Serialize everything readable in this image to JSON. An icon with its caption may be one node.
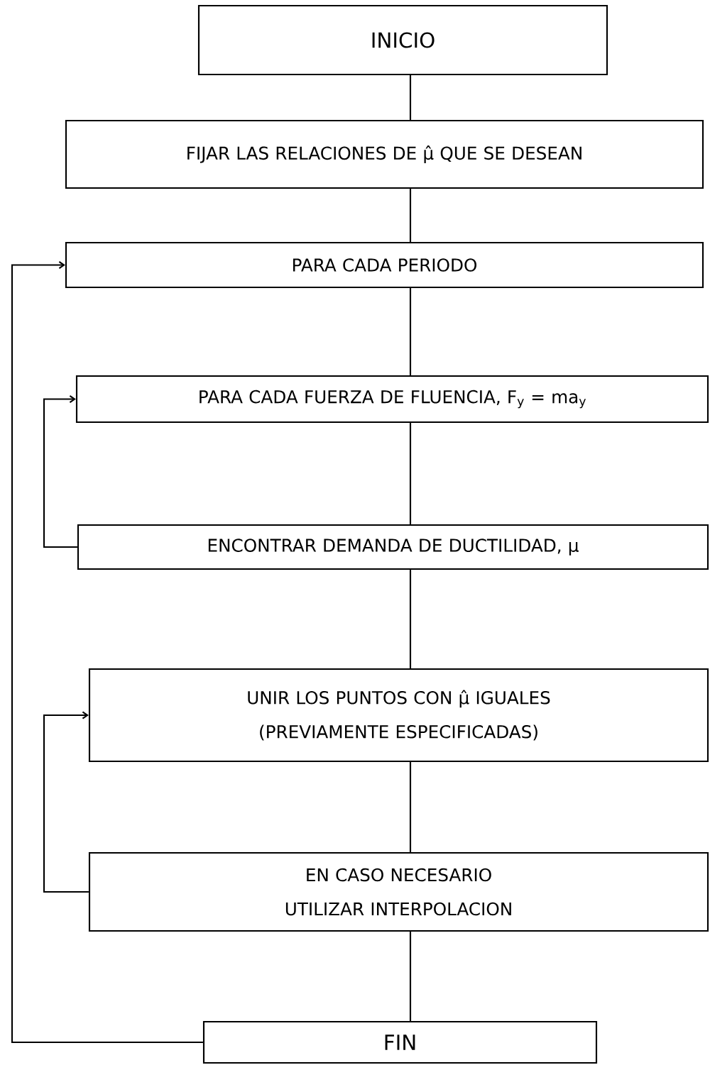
{
  "diagram": {
    "nodes": [
      {
        "text": [
          "INICIO"
        ]
      },
      {
        "text": [
          "FIJAR LAS RELACIONES DE μ̂ QUE SE DESEAN"
        ]
      },
      {
        "text": [
          "PARA CADA PERIODO"
        ]
      },
      {
        "text": [
          "PARA CADA FUERZA DE FLUENCIA, F$_{y}$ = ma$_{y}$"
        ]
      },
      {
        "text": [
          "ENCONTRAR DEMANDA DE DUCTILIDAD, μ"
        ]
      },
      {
        "text": [
          "UNIR LOS PUNTOS CON μ̂ IGUALES (PREVIAMENTE ESPECIFICADAS)"
        ]
      },
      {
        "text": [
          "EN CASO NECESARIO UTILIZAR INTERPOLACION"
        ]
      },
      {
        "text": [
          "FIN"
        ]
      }
    ],
    "edges": [
      {
        "from": 0,
        "to": 1,
        "arrow": "none"
      },
      {
        "from": 1,
        "to": 2,
        "arrow": "none"
      },
      {
        "from": 2,
        "to": 3,
        "arrow": "none"
      },
      {
        "from": 3,
        "to": 4,
        "arrow": "none"
      },
      {
        "from": 4,
        "to": 5,
        "arrow": "none"
      },
      {
        "from": 5,
        "to": 6,
        "arrow": "none"
      },
      {
        "from": 6,
        "to": 7,
        "arrow": "none"
      },
      {
        "from": 4,
        "to": 3,
        "arrow": "to"
      },
      {
        "from": 6,
        "to": 5,
        "arrow": "to"
      },
      {
        "from": 7,
        "to": 2,
        "arrow": "to"
      }
    ]
  }
}
